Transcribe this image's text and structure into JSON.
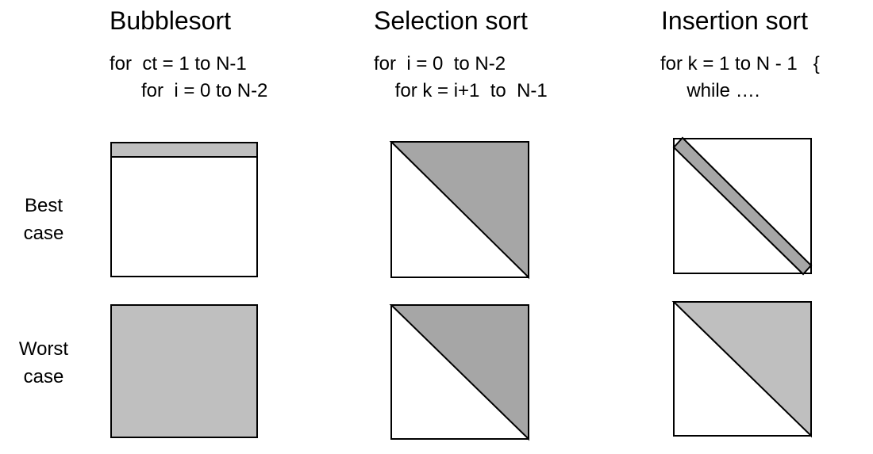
{
  "columns": [
    {
      "title": "Bubblesort",
      "code": [
        "for  ct = 1 to N-1",
        "      for  i = 0 to N-2"
      ]
    },
    {
      "title": "Selection sort",
      "code": [
        "for  i = 0  to N-2",
        "    for k = i+1  to  N-1"
      ]
    },
    {
      "title": "Insertion sort",
      "code": [
        "for k = 1 to N - 1   {",
        "     while …."
      ]
    }
  ],
  "rows": [
    {
      "label_line1": "Best",
      "label_line2": "case"
    },
    {
      "label_line1": "Worst",
      "label_line2": "case"
    }
  ],
  "colors": {
    "dark_fill": "#a6a6a6",
    "light_fill": "#bfbfbf",
    "stroke": "#000000"
  }
}
